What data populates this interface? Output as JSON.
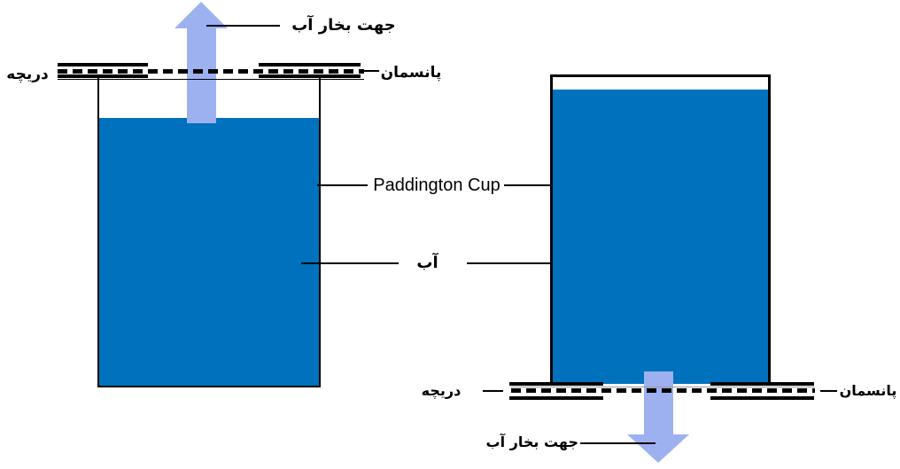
{
  "left_figure": {
    "vapor_direction_label": "جهت بخار آب",
    "dressing_label": "پانسمان",
    "hatch_label": "دريچه"
  },
  "shared": {
    "cup_label": "Paddington Cup",
    "water_label": "آب"
  },
  "right_figure": {
    "vapor_direction_label": "جهت بخار آب",
    "dressing_label": "پانسمان",
    "hatch_label": "دريچه"
  },
  "colors": {
    "water": "#0072bd",
    "vapor_arrow": "#9db1f1",
    "outline": "#000000"
  }
}
